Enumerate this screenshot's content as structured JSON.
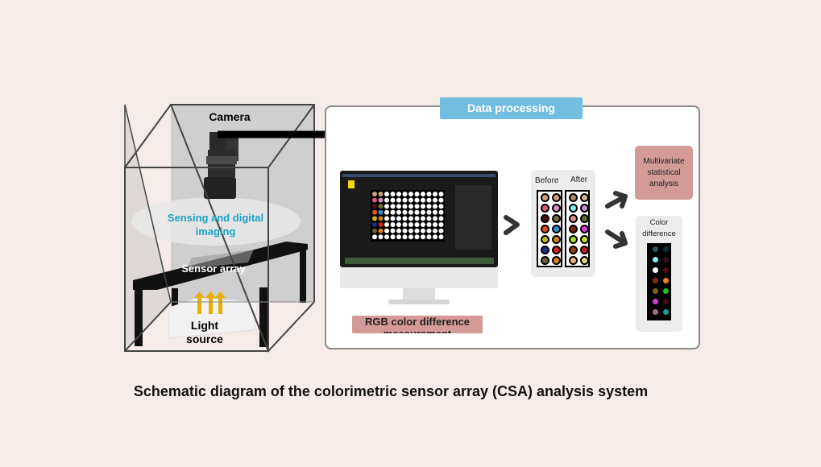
{
  "chamber": {
    "camera_label": "Camera",
    "sensing_label": "Sensing and digital imaging",
    "sensor_array_label": "Sensor array",
    "light_source_label": "Light source"
  },
  "data_processing": {
    "title": "Data processing",
    "rgb_label": "RGB color difference measurement",
    "before_label": "Before",
    "after_label": "After",
    "multivariate_label": "Multivariate statistical analysis",
    "color_difference_label": "Color difference"
  },
  "caption": "Schematic diagram of the colorimetric sensor array (CSA) analysis system",
  "colors": {
    "accent_blue": "#72bde0",
    "label_pink": "#d49a98",
    "sensing_text": "#1aa3c4",
    "before": [
      [
        "#c8a080",
        "#c8a080"
      ],
      [
        "#d06070",
        "#d090c0"
      ],
      [
        "#4a1010",
        "#707030"
      ],
      [
        "#e05020",
        "#3090d0"
      ],
      [
        "#d0b030",
        "#d08020"
      ],
      [
        "#203080",
        "#d02020"
      ],
      [
        "#706030",
        "#e08020"
      ]
    ],
    "after": [
      [
        "#b08870",
        "#d0b090"
      ],
      [
        "#80f0f0",
        "#c090d0"
      ],
      [
        "#e09090",
        "#607030"
      ],
      [
        "#802010",
        "#e040d0"
      ],
      [
        "#a0e030",
        "#c0e030"
      ],
      [
        "#904010",
        "#c02020"
      ],
      [
        "#f0b080",
        "#e0d080"
      ]
    ],
    "difference": [
      [
        "#305060",
        "#103030"
      ],
      [
        "#80f0f0",
        "#301020"
      ],
      [
        "#ffffff",
        "#501010"
      ],
      [
        "#803020",
        "#f08020"
      ],
      [
        "#806020",
        "#20c020"
      ],
      [
        "#d040d0",
        "#401010"
      ],
      [
        "#a07090",
        "#10a0a0"
      ]
    ]
  }
}
